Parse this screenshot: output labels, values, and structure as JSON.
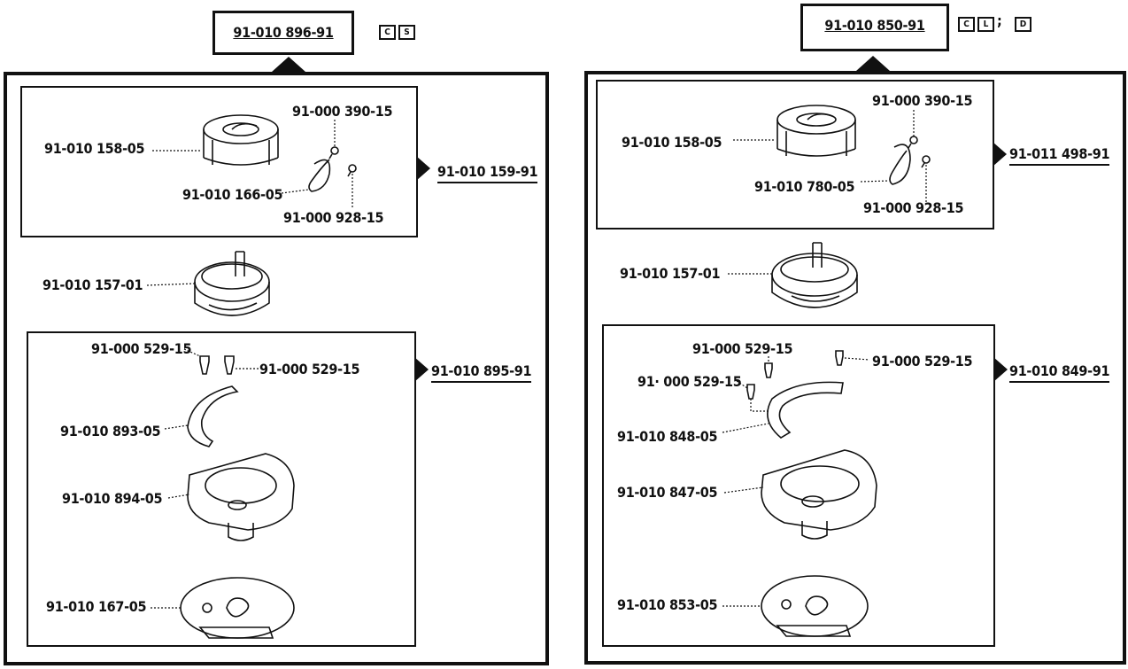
{
  "left": {
    "assembly": "91-010 896-91",
    "codes": [
      "C",
      "S"
    ],
    "sub1": {
      "number": "91-010 159-91",
      "parts": {
        "p1": "91-010 158-05",
        "p2": "91-000 390-15",
        "p3": "91-010 166-05",
        "p4": "91-000 928-15"
      }
    },
    "part_mid": "91-010 157-01",
    "sub2": {
      "number": "91-010 895-91",
      "parts": {
        "p1": "91-000 529-15",
        "p2": "91-000 529-15",
        "p3": "91-010 893-05",
        "p4": "91-010 894-05"
      }
    },
    "part_bottom": "91-010 167-05"
  },
  "right": {
    "assembly": "91-010 850-91",
    "codes": [
      "C",
      "L"
    ],
    "separator": ";",
    "codes2": [
      "D"
    ],
    "sub1": {
      "number": "91-011 498-91",
      "parts": {
        "p1": "91-010 158-05",
        "p2": "91-000 390-15",
        "p3": "91-010 780-05",
        "p4": "91-000 928-15"
      }
    },
    "part_mid": "91-010 157-01",
    "sub2": {
      "number": "91-010 849-91",
      "parts": {
        "p1": "91-000 529-15",
        "p2": "91-000 529-15",
        "p3": "91· 000 529-15",
        "p4": "91-010 848-05",
        "p5": "91-010 847-05"
      }
    },
    "part_bottom": "91-010 853-05"
  }
}
